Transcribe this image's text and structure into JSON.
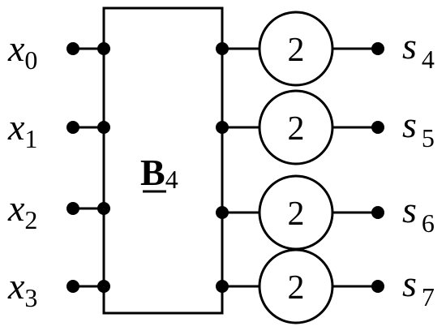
{
  "block": {
    "letter": "B",
    "subscript": "4"
  },
  "inputs": [
    {
      "name": "x",
      "index": "0"
    },
    {
      "name": "x",
      "index": "1"
    },
    {
      "name": "x",
      "index": "2"
    },
    {
      "name": "x",
      "index": "3"
    }
  ],
  "multipliers": [
    "2",
    "2",
    "2",
    "2"
  ],
  "outputs": [
    {
      "name": "s",
      "index": "4"
    },
    {
      "name": "s",
      "index": "5"
    },
    {
      "name": "s",
      "index": "6"
    },
    {
      "name": "s",
      "index": "7"
    }
  ]
}
